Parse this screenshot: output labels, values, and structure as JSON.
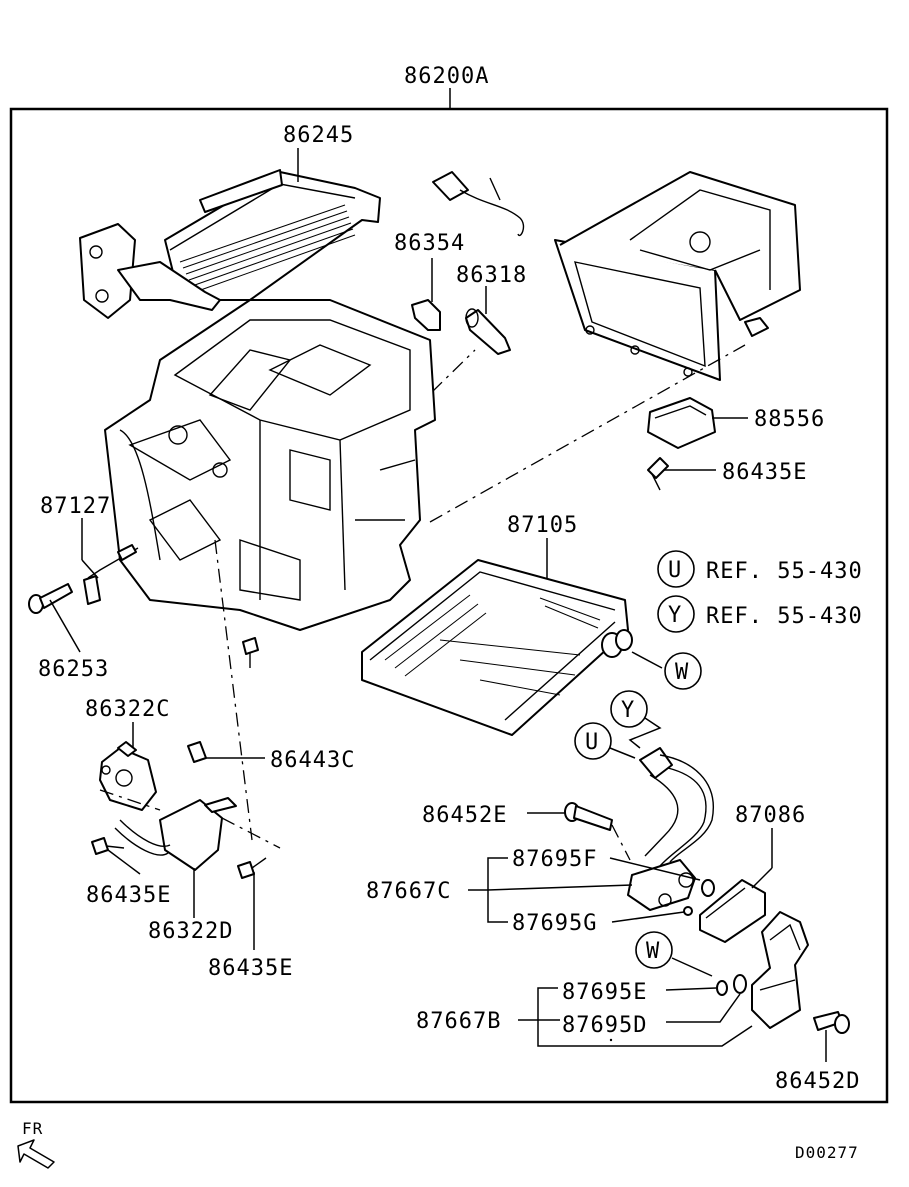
{
  "assembly_label": "86200A",
  "parts": {
    "p86245": "86245",
    "p86354": "86354",
    "p86318": "86318",
    "p88556": "88556",
    "p86435E_top": "86435E",
    "p87127": "87127",
    "p87105": "87105",
    "p86253": "86253",
    "p86322C": "86322C",
    "p86443C": "86443C",
    "p86452E": "86452E",
    "p87086": "87086",
    "p87695F": "87695F",
    "p87667C": "87667C",
    "p87695G": "87695G",
    "p86435E_left": "86435E",
    "p86322D": "86322D",
    "p86435E_bottom": "86435E",
    "p87695E": "87695E",
    "p87667B": "87667B",
    "p87695D": "87695D",
    "p86452D": "86452D"
  },
  "references": [
    {
      "mark": "U",
      "text": "REF. 55-430"
    },
    {
      "mark": "Y",
      "text": "REF. 55-430"
    }
  ],
  "callout_marks": {
    "w_evap": "W",
    "w_lower": "W",
    "y_pipe": "Y",
    "u_pipe": "U"
  },
  "orientation_label": "FR",
  "diagram_code": "D00277",
  "icons": {
    "orientation": "front-arrow-icon"
  }
}
